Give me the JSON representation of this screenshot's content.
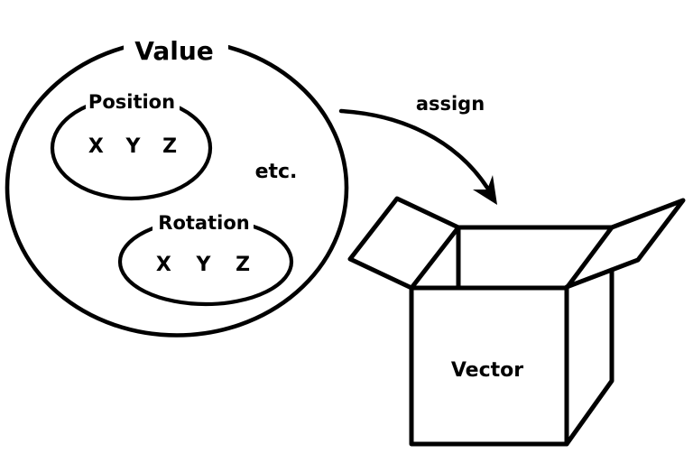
{
  "canvas": {
    "background": "#ffffff",
    "ink": "#000000"
  },
  "value_group": {
    "label": "Value",
    "etc_label": "etc.",
    "position": {
      "label": "Position",
      "components": "X Y Z"
    },
    "rotation": {
      "label": "Rotation",
      "components": "X Y Z"
    }
  },
  "assignment": {
    "arrow_label": "assign"
  },
  "box": {
    "label": "Vector"
  }
}
